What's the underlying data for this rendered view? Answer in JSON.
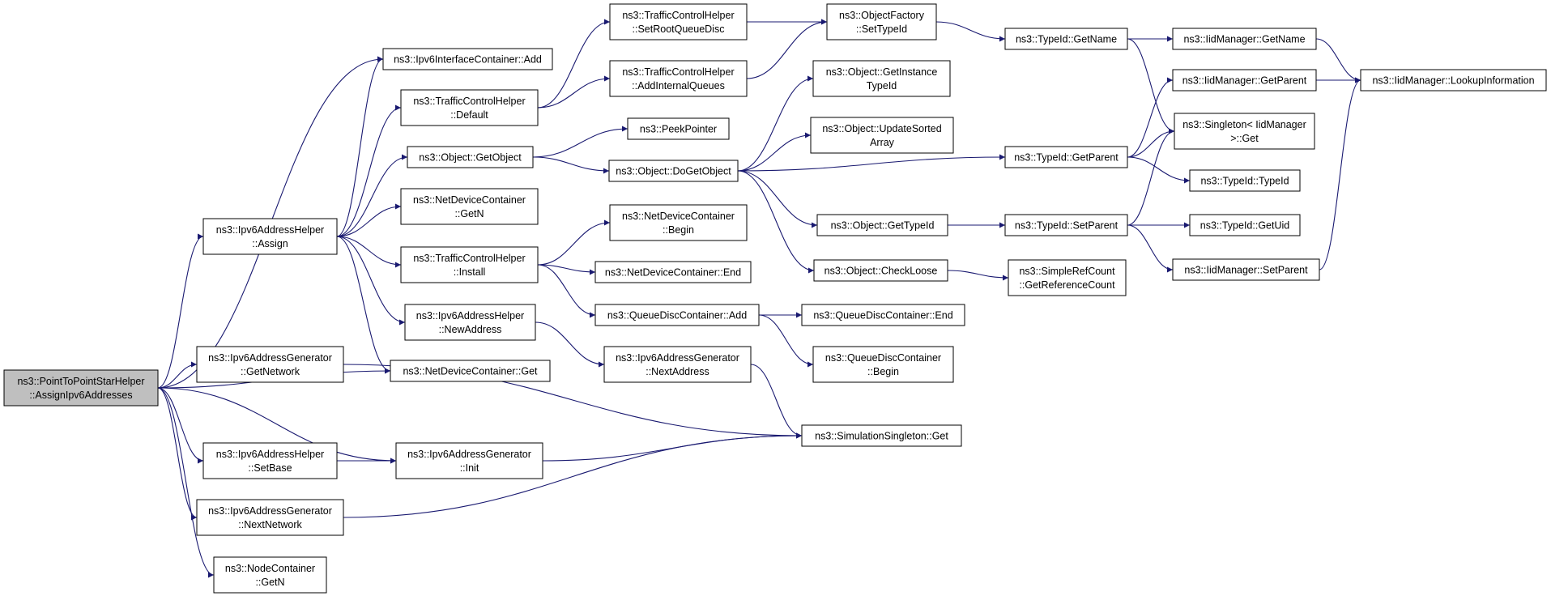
{
  "diagram": {
    "type": "call-graph",
    "colors": {
      "edge": "#191970",
      "node_border": "#000000",
      "node_fill": "#ffffff",
      "root_fill": "#bfbfbf"
    },
    "nodes": [
      {
        "id": "root",
        "lines": [
          "ns3::PointToPointStarHelper",
          "::AssignIpv6Addresses"
        ],
        "root": true
      },
      {
        "id": "ipv6ic_add",
        "lines": [
          "ns3::Ipv6InterfaceContainer::Add"
        ]
      },
      {
        "id": "tch_default",
        "lines": [
          "ns3::TrafficControlHelper",
          "::Default"
        ]
      },
      {
        "id": "obj_getobject",
        "lines": [
          "ns3::Object::GetObject"
        ]
      },
      {
        "id": "ndc_getn",
        "lines": [
          "ns3::NetDeviceContainer",
          "::GetN"
        ]
      },
      {
        "id": "ipv6ah_assign",
        "lines": [
          "ns3::Ipv6AddressHelper",
          "::Assign"
        ]
      },
      {
        "id": "tch_install",
        "lines": [
          "ns3::TrafficControlHelper",
          "::Install"
        ]
      },
      {
        "id": "ipv6ah_newaddr",
        "lines": [
          "ns3::Ipv6AddressHelper",
          "::NewAddress"
        ]
      },
      {
        "id": "ipv6ag_getnet",
        "lines": [
          "ns3::Ipv6AddressGenerator",
          "::GetNetwork"
        ]
      },
      {
        "id": "ndc_get",
        "lines": [
          "ns3::NetDeviceContainer::Get"
        ]
      },
      {
        "id": "ipv6ah_setbase",
        "lines": [
          "ns3::Ipv6AddressHelper",
          "::SetBase"
        ]
      },
      {
        "id": "ipv6ag_init",
        "lines": [
          "ns3::Ipv6AddressGenerator",
          "::Init"
        ]
      },
      {
        "id": "ipv6ag_nextnet",
        "lines": [
          "ns3::Ipv6AddressGenerator",
          "::NextNetwork"
        ]
      },
      {
        "id": "nc_getn",
        "lines": [
          "ns3::NodeContainer",
          "::GetN"
        ]
      },
      {
        "id": "tch_setroot",
        "lines": [
          "ns3::TrafficControlHelper",
          "::SetRootQueueDisc"
        ]
      },
      {
        "id": "tch_addinternal",
        "lines": [
          "ns3::TrafficControlHelper",
          "::AddInternalQueues"
        ]
      },
      {
        "id": "peekpointer",
        "lines": [
          "ns3::PeekPointer"
        ]
      },
      {
        "id": "obj_dogetobject",
        "lines": [
          "ns3::Object::DoGetObject"
        ]
      },
      {
        "id": "ndc_begin",
        "lines": [
          "ns3::NetDeviceContainer",
          "::Begin"
        ]
      },
      {
        "id": "ndc_end",
        "lines": [
          "ns3::NetDeviceContainer::End"
        ]
      },
      {
        "id": "qdc_add",
        "lines": [
          "ns3::QueueDiscContainer::Add"
        ]
      },
      {
        "id": "ipv6ag_nextaddr",
        "lines": [
          "ns3::Ipv6AddressGenerator",
          "::NextAddress"
        ]
      },
      {
        "id": "of_settypeid",
        "lines": [
          "ns3::ObjectFactory",
          "::SetTypeId"
        ]
      },
      {
        "id": "obj_getinstancetypeid",
        "lines": [
          "ns3::Object::GetInstance",
          "TypeId"
        ]
      },
      {
        "id": "obj_updatesorted",
        "lines": [
          "ns3::Object::UpdateSorted",
          "Array"
        ]
      },
      {
        "id": "obj_gettypeid",
        "lines": [
          "ns3::Object::GetTypeId"
        ]
      },
      {
        "id": "obj_checkloose",
        "lines": [
          "ns3::Object::CheckLoose"
        ]
      },
      {
        "id": "qdc_end",
        "lines": [
          "ns3::QueueDiscContainer::End"
        ]
      },
      {
        "id": "qdc_begin",
        "lines": [
          "ns3::QueueDiscContainer",
          "::Begin"
        ]
      },
      {
        "id": "simsingleton_get",
        "lines": [
          "ns3::SimulationSingleton::Get"
        ]
      },
      {
        "id": "typeid_getname",
        "lines": [
          "ns3::TypeId::GetName"
        ]
      },
      {
        "id": "typeid_getparent",
        "lines": [
          "ns3::TypeId::GetParent"
        ]
      },
      {
        "id": "typeid_setparent",
        "lines": [
          "ns3::TypeId::SetParent"
        ]
      },
      {
        "id": "src_getrefcount",
        "lines": [
          "ns3::SimpleRefCount",
          "::GetReferenceCount"
        ]
      },
      {
        "id": "iidm_getname",
        "lines": [
          "ns3::IidManager::GetName"
        ]
      },
      {
        "id": "iidm_getparent",
        "lines": [
          "ns3::IidManager::GetParent"
        ]
      },
      {
        "id": "singleton_get",
        "lines": [
          "ns3::Singleton< IidManager",
          ">::Get"
        ]
      },
      {
        "id": "typeid_typeid",
        "lines": [
          "ns3::TypeId::TypeId"
        ]
      },
      {
        "id": "typeid_getuid",
        "lines": [
          "ns3::TypeId::GetUid"
        ]
      },
      {
        "id": "iidm_setparent",
        "lines": [
          "ns3::IidManager::SetParent"
        ]
      },
      {
        "id": "iidm_lookup",
        "lines": [
          "ns3::IidManager::LookupInformation"
        ]
      }
    ],
    "edges": [
      [
        "root",
        "ipv6ic_add"
      ],
      [
        "root",
        "ipv6ah_assign"
      ],
      [
        "root",
        "ipv6ag_getnet"
      ],
      [
        "root",
        "ndc_get"
      ],
      [
        "root",
        "ipv6ah_setbase"
      ],
      [
        "root",
        "ipv6ag_init"
      ],
      [
        "root",
        "ipv6ag_nextnet"
      ],
      [
        "root",
        "nc_getn"
      ],
      [
        "ipv6ah_assign",
        "ipv6ic_add"
      ],
      [
        "ipv6ah_assign",
        "tch_default"
      ],
      [
        "ipv6ah_assign",
        "obj_getobject"
      ],
      [
        "ipv6ah_assign",
        "ndc_getn"
      ],
      [
        "ipv6ah_assign",
        "tch_install"
      ],
      [
        "ipv6ah_assign",
        "ipv6ah_newaddr"
      ],
      [
        "ipv6ah_assign",
        "ndc_get"
      ],
      [
        "tch_default",
        "tch_setroot"
      ],
      [
        "tch_default",
        "tch_addinternal"
      ],
      [
        "obj_getobject",
        "peekpointer"
      ],
      [
        "obj_getobject",
        "obj_dogetobject"
      ],
      [
        "tch_install",
        "ndc_begin"
      ],
      [
        "tch_install",
        "ndc_end"
      ],
      [
        "tch_install",
        "qdc_add"
      ],
      [
        "ipv6ah_newaddr",
        "ipv6ag_nextaddr"
      ],
      [
        "ipv6ag_getnet",
        "simsingleton_get"
      ],
      [
        "ipv6ah_setbase",
        "ipv6ag_init"
      ],
      [
        "ipv6ag_init",
        "simsingleton_get"
      ],
      [
        "ipv6ag_nextnet",
        "simsingleton_get"
      ],
      [
        "tch_setroot",
        "of_settypeid"
      ],
      [
        "tch_addinternal",
        "of_settypeid"
      ],
      [
        "obj_dogetobject",
        "obj_getinstancetypeid"
      ],
      [
        "obj_dogetobject",
        "obj_updatesorted"
      ],
      [
        "obj_dogetobject",
        "typeid_getparent"
      ],
      [
        "obj_dogetobject",
        "obj_gettypeid"
      ],
      [
        "obj_dogetobject",
        "obj_checkloose"
      ],
      [
        "qdc_add",
        "qdc_end"
      ],
      [
        "qdc_add",
        "qdc_begin"
      ],
      [
        "ipv6ag_nextaddr",
        "simsingleton_get"
      ],
      [
        "of_settypeid",
        "typeid_getname"
      ],
      [
        "obj_gettypeid",
        "typeid_setparent"
      ],
      [
        "obj_checkloose",
        "src_getrefcount"
      ],
      [
        "typeid_getname",
        "iidm_getname"
      ],
      [
        "typeid_getname",
        "singleton_get"
      ],
      [
        "typeid_getparent",
        "iidm_getparent"
      ],
      [
        "typeid_getparent",
        "singleton_get"
      ],
      [
        "typeid_getparent",
        "typeid_typeid"
      ],
      [
        "typeid_setparent",
        "singleton_get"
      ],
      [
        "typeid_setparent",
        "typeid_getuid"
      ],
      [
        "typeid_setparent",
        "iidm_setparent"
      ],
      [
        "iidm_getname",
        "iidm_lookup"
      ],
      [
        "iidm_getparent",
        "iidm_lookup"
      ],
      [
        "iidm_setparent",
        "iidm_lookup"
      ]
    ]
  }
}
